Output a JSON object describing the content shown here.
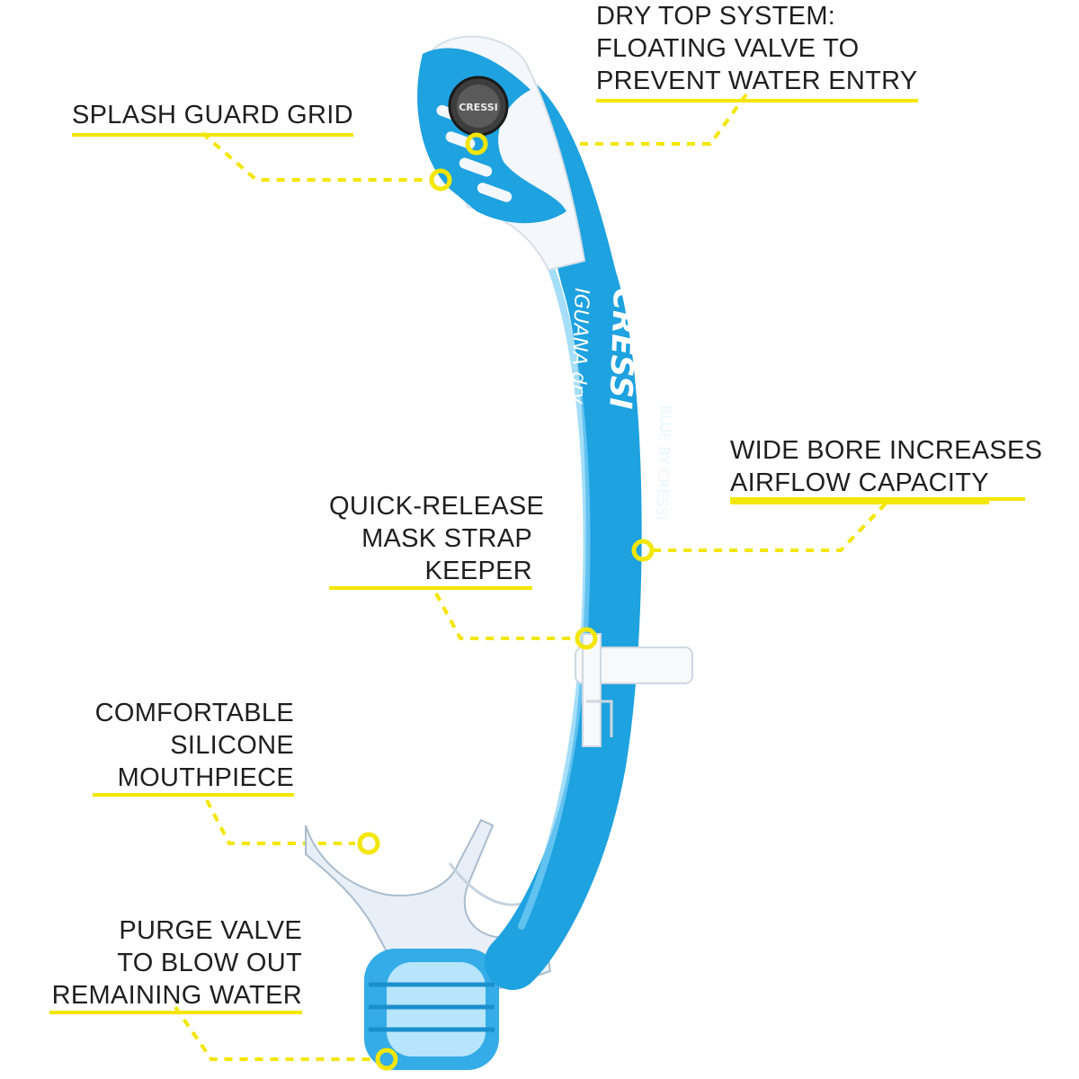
{
  "colors": {
    "accent_yellow": "#f3e600",
    "snorkel_blue": "#1ea2e0",
    "snorkel_white": "#f4f7fb",
    "text": "#1f1f1f"
  },
  "callouts": {
    "dry_top": {
      "lines": [
        "DRY TOP SYSTEM:",
        "FLOATING VALVE TO",
        "PREVENT WATER ENTRY"
      ]
    },
    "splash_guard": {
      "lines": [
        "SPLASH GUARD GRID"
      ]
    },
    "wide_bore": {
      "lines": [
        "WIDE BORE INCREASES",
        "AIRFLOW CAPACITY"
      ]
    },
    "mask_strap": {
      "lines": [
        "QUICK-RELEASE",
        "MASK STRAP",
        "KEEPER"
      ]
    },
    "mouthpiece": {
      "lines": [
        "COMFORTABLE",
        "SILICONE",
        "MOUTHPIECE"
      ]
    },
    "purge_valve": {
      "lines": [
        "PURGE VALVE",
        "TO BLOW OUT",
        "REMAINING WATER"
      ]
    }
  },
  "product": {
    "brand_text": "CRESSI",
    "model_text": "IGUANA dry",
    "sub_text": "BLUE BY CRESSI",
    "valve_text": "CRESSI"
  }
}
